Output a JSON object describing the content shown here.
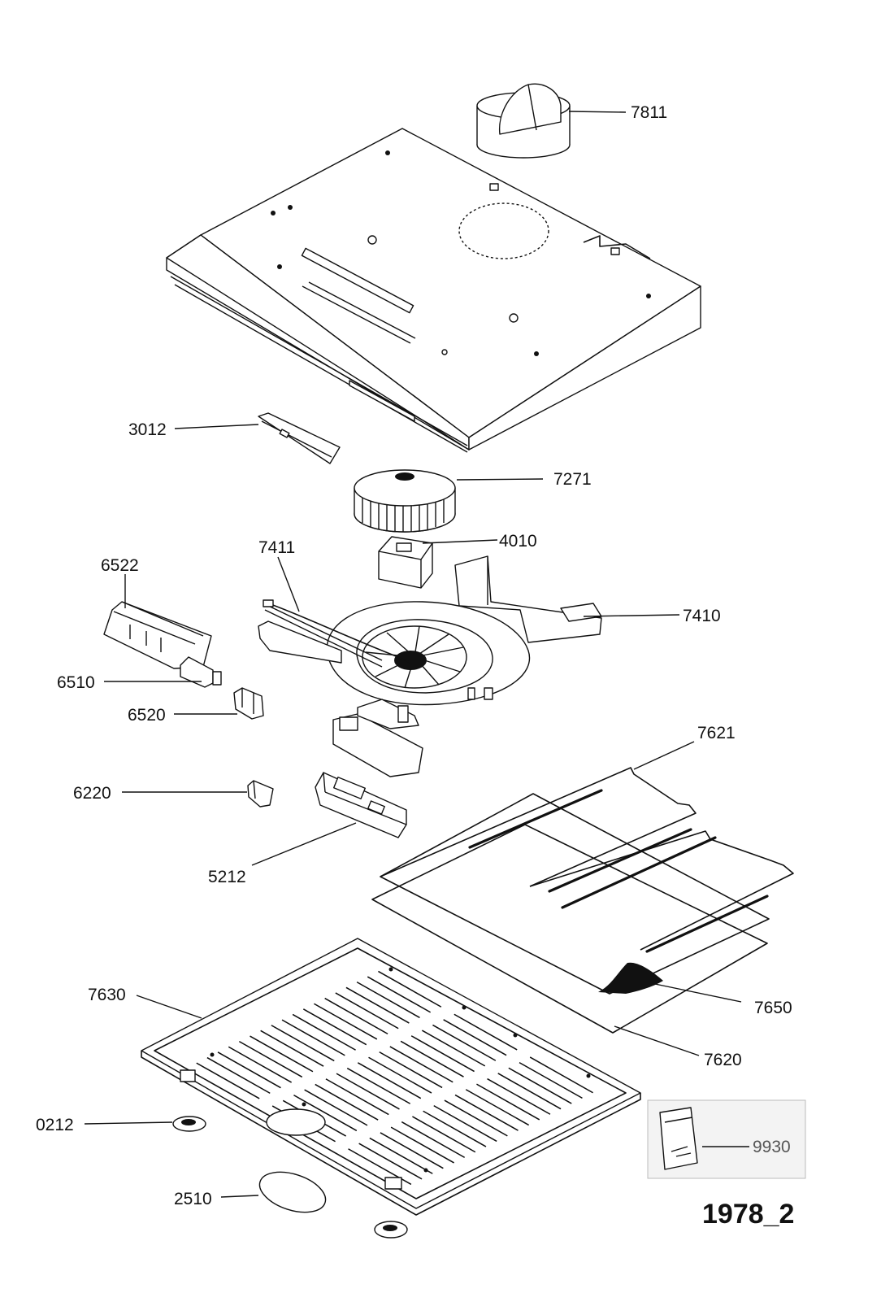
{
  "drawing_id": "1978_2",
  "labels": [
    {
      "id": "7811"
    },
    {
      "id": "3012"
    },
    {
      "id": "7271"
    },
    {
      "id": "4010"
    },
    {
      "id": "7411"
    },
    {
      "id": "6522"
    },
    {
      "id": "7410"
    },
    {
      "id": "6510"
    },
    {
      "id": "6520"
    },
    {
      "id": "7621"
    },
    {
      "id": "6220"
    },
    {
      "id": "5212"
    },
    {
      "id": "7630"
    },
    {
      "id": "7650"
    },
    {
      "id": "7620"
    },
    {
      "id": "0212"
    },
    {
      "id": "9930"
    },
    {
      "id": "2510"
    }
  ]
}
